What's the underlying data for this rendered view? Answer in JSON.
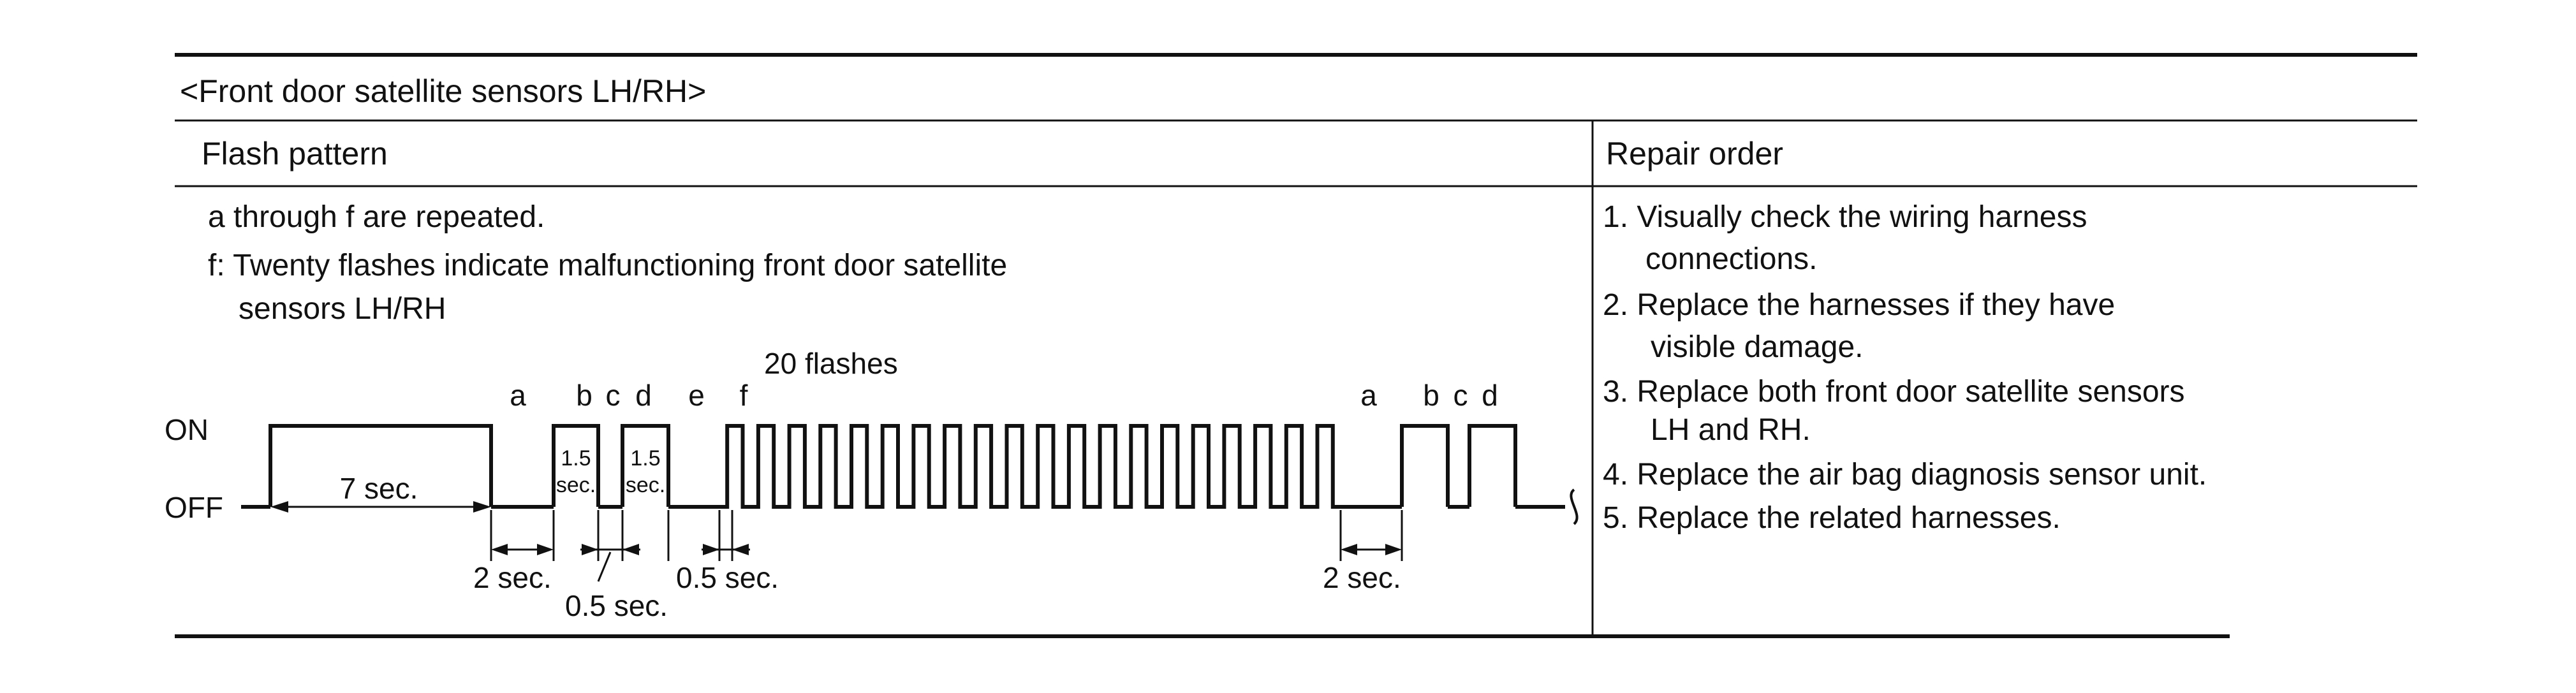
{
  "header": {
    "title": "<Front door satellite sensors LH/RH>"
  },
  "columns": {
    "left": "Flash pattern",
    "right": "Repair order"
  },
  "flash_pattern": {
    "note_lines": [
      "a through f are repeated.",
      "f: Twenty flashes indicate malfunctioning front door satellite",
      "sensors LH/RH"
    ],
    "on_label": "ON",
    "off_label": "OFF",
    "flash_count_label": "20 flashes",
    "phase_letters": [
      "a",
      "b",
      "c",
      "d",
      "e",
      "f"
    ],
    "repeat_letters": [
      "a",
      "b",
      "c",
      "d"
    ],
    "durations": {
      "seven": "7 sec.",
      "two": "2 sec.",
      "half": "0.5 sec.",
      "onefive": "1.5",
      "sec": "sec.",
      "two_repeat": "2 sec."
    },
    "flash_count": 20
  },
  "repair_order": [
    [
      "1. Visually check the wiring harness",
      "connections."
    ],
    [
      "2. Replace the harnesses if they have",
      "visible damage."
    ],
    [
      "3. Replace both front door satellite sensors",
      "LH and RH."
    ],
    [
      "4. Replace the air bag diagnosis sensor unit."
    ],
    [
      "5. Replace the related harnesses."
    ]
  ]
}
